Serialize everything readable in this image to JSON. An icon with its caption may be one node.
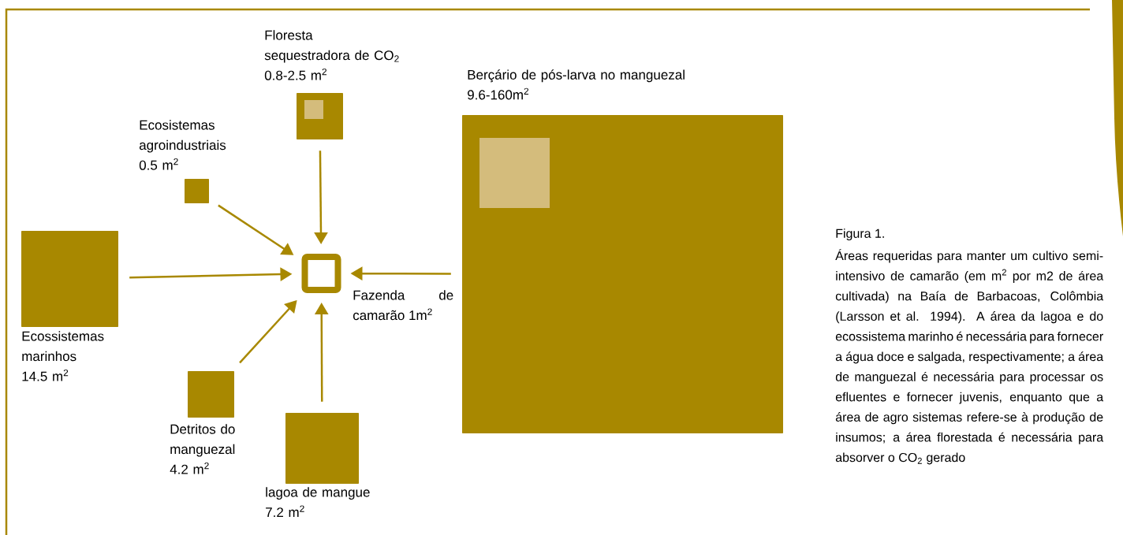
{
  "diagram": {
    "title": "Figura 1.",
    "caption": "Áreas requeridas para manter um cultivo semi-intensivo de camarão (em m$^{2}$ por m2 de área cultivada) na Baía de Barbacoas, Colômbia (Larsson et al. 1994). A área da lagoa e do ecossistema marinho é necessária para fornecer a água doce e salgada, respectivamente; a área de manguezal é necessária para processar os efluentes e fornecer juvenis, enquanto que a área de agro sistemas refere-se à produção de insumos; a área florestada é necessária para absorver o CO$_{2}$ gerado",
    "nodes": [
      {
        "text": [
          "Fazenda de camarão 1m$^{2}$"
        ]
      },
      {
        "text": [
          "Floresta sequestradora de CO$_{2}$",
          "0.8-2.5 m$^{2}$"
        ]
      },
      {
        "text": [
          "Ecosistemas agroindustriais",
          "0.5 m$^{2}$"
        ]
      },
      {
        "text": [
          "Berçário de pós-larva no manguezal",
          "9.6-160m$^{2}$"
        ]
      },
      {
        "text": [
          "Ecossistemas marinhos",
          "14.5 m$^{2}$"
        ]
      },
      {
        "text": [
          "Detritos do manguezal",
          "4.2 m$^{2}$"
        ]
      },
      {
        "text": [
          "lagoa de mangue",
          "7.2 m$^{2}$"
        ]
      }
    ],
    "edges": [
      {
        "from": 1,
        "to": 0,
        "arrow": "to"
      },
      {
        "from": 2,
        "to": 0,
        "arrow": "to"
      },
      {
        "from": 4,
        "to": 0,
        "arrow": "to"
      },
      {
        "from": 3,
        "to": 0,
        "arrow": "to"
      },
      {
        "from": 5,
        "to": 0,
        "arrow": "to"
      },
      {
        "from": 6,
        "to": 0,
        "arrow": "to"
      }
    ]
  }
}
